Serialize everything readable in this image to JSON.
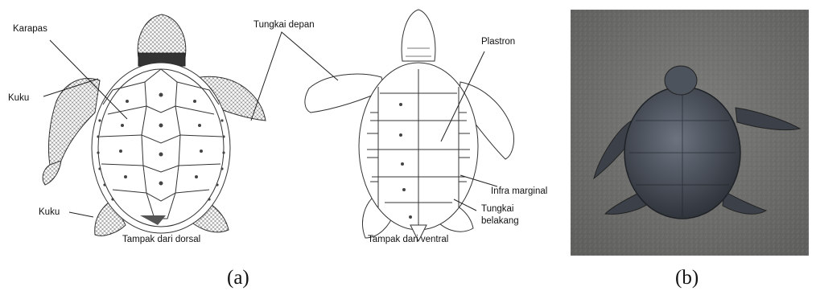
{
  "figure_a": {
    "labels": {
      "karapas": "Karapas",
      "tungkai_depan": "Tungkai depan",
      "plastron": "Plastron",
      "kuku_top": "Kuku",
      "kuku_bottom": "Kuku",
      "infra_marginal": "Infra marginal",
      "tungkai_belakang_1": "Tungkai",
      "tungkai_belakang_2": "belakang",
      "dorsal_view": "Tampak dari dorsal",
      "ventral_view": "Tampak dari ventral"
    },
    "caption": "(a)"
  },
  "figure_b": {
    "caption": "(b)"
  }
}
